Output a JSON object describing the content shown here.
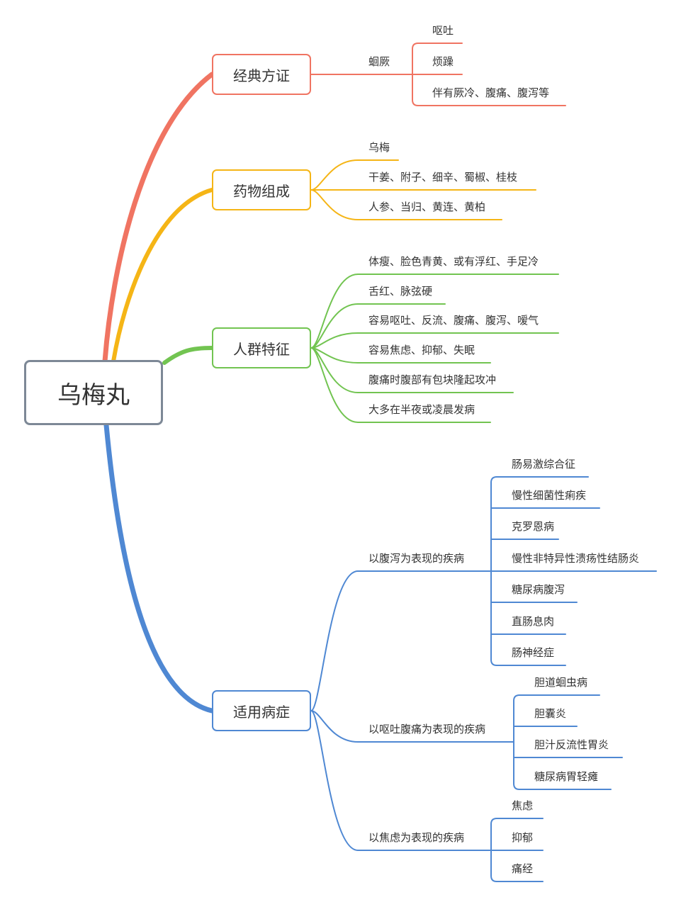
{
  "root": "乌梅丸",
  "colors": {
    "classic": "#f07462",
    "herbs": "#f5b516",
    "people": "#72c451",
    "diseases": "#4f88d3",
    "root_border": "#7d8896"
  },
  "branches": {
    "classic": {
      "label": "经典方证",
      "sub": "蛔厥",
      "items": [
        "呕吐",
        "烦躁",
        "伴有厥冷、腹痛、腹泻等"
      ]
    },
    "herbs": {
      "label": "药物组成",
      "items": [
        "乌梅",
        "干姜、附子、细辛、蜀椒、桂枝",
        "人参、当归、黄连、黄柏"
      ]
    },
    "people": {
      "label": "人群特征",
      "items": [
        "体瘦、脸色青黄、或有浮红、手足冷",
        "舌红、脉弦硬",
        "容易呕吐、反流、腹痛、腹泻、嗳气",
        "容易焦虑、抑郁、失眠",
        "腹痛时腹部有包块隆起攻冲",
        "大多在半夜或凌晨发病"
      ]
    },
    "diseases": {
      "label": "适用病症",
      "groups": [
        {
          "label": "以腹泻为表现的疾病",
          "items": [
            "肠易激综合征",
            "慢性细菌性痢疾",
            "克罗恩病",
            "慢性非特异性溃疡性结肠炎",
            "糖尿病腹泻",
            "直肠息肉",
            "肠神经症"
          ]
        },
        {
          "label": "以呕吐腹痛为表现的疾病",
          "items": [
            "胆道蛔虫病",
            "胆囊炎",
            "胆汁反流性胃炎",
            "糖尿病胃轻瘫"
          ]
        },
        {
          "label": "以焦虑为表现的疾病",
          "items": [
            "焦虑",
            "抑郁",
            "痛经"
          ]
        }
      ]
    }
  }
}
